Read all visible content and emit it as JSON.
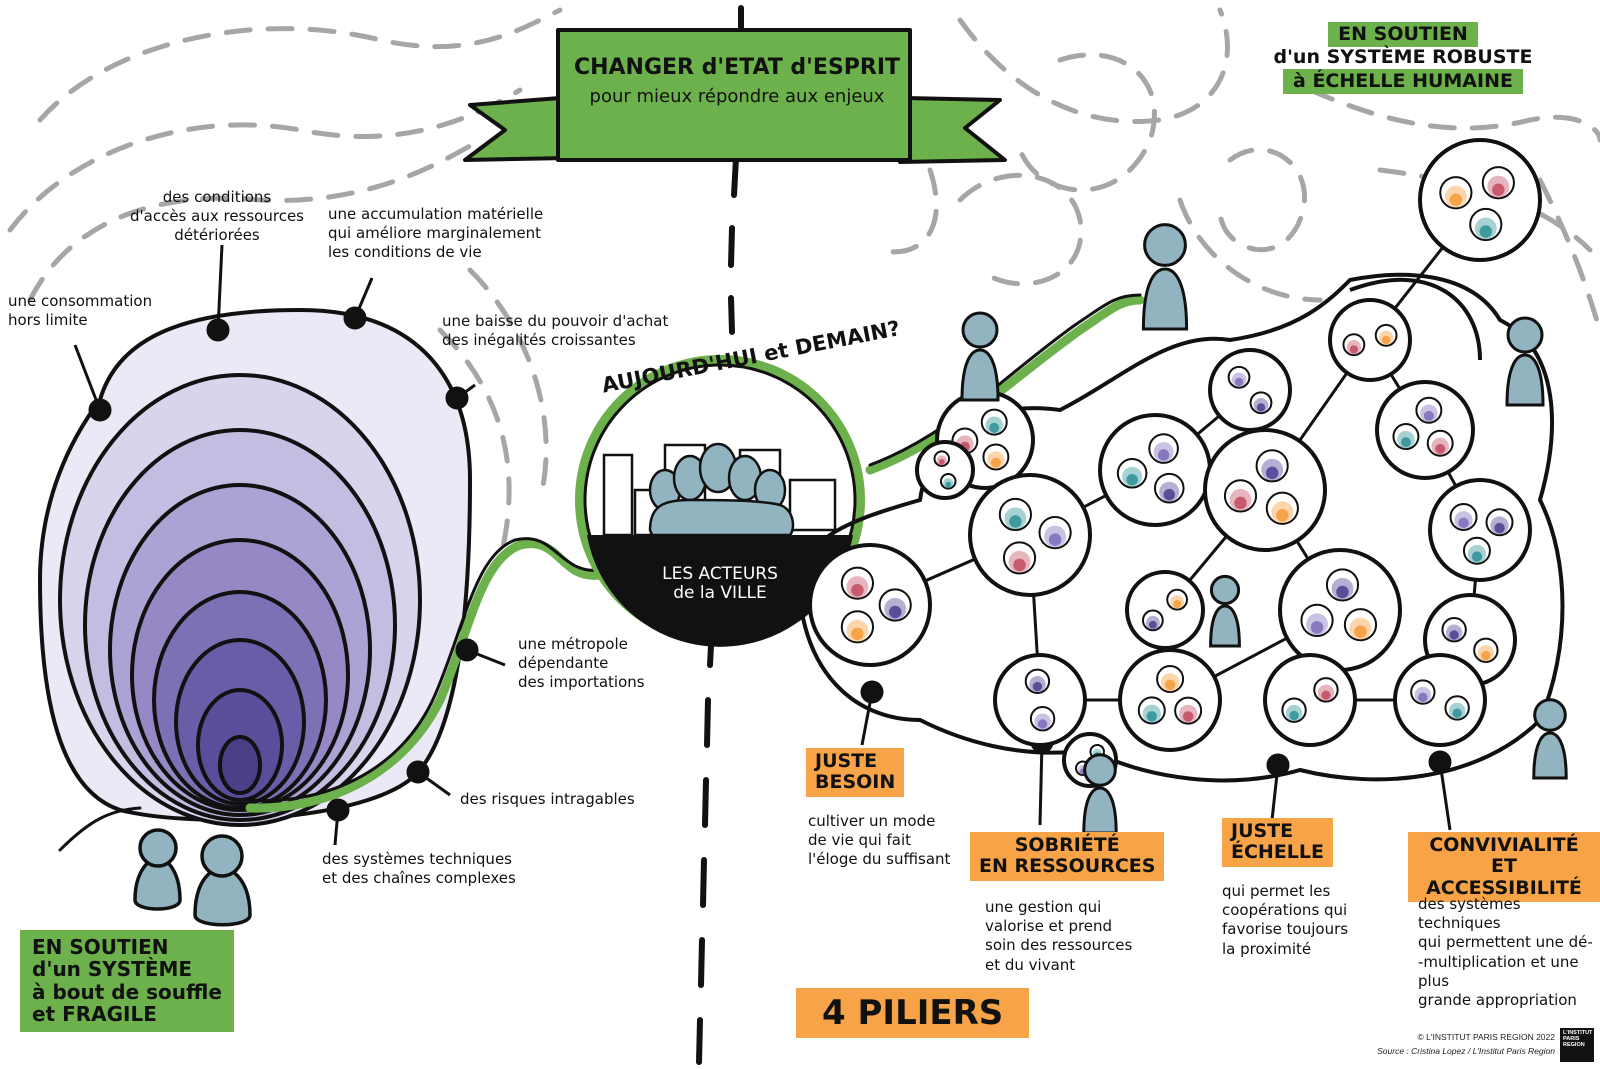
{
  "banner": {
    "line1": "CHANGER d'ETAT d'ESPRIT",
    "line2": "pour mieux répondre aux enjeux"
  },
  "center": {
    "question": "AUJOURD'HUI et DEMAIN?",
    "actors_line1": "LES ACTEURS",
    "actors_line2": "de la VILLE"
  },
  "left": {
    "heading": [
      "EN SOUTIEN",
      "d'un SYSTÈME",
      "à bout de souffle",
      "et FRAGILE"
    ],
    "issues": [
      "une consommation\nhors limite",
      "des conditions\nd'accès aux ressources\ndétériorées",
      "une accumulation matérielle\nqui améliore marginalement\nles conditions de vie",
      "une baisse du pouvoir d'achat\ndes inégalités croissantes",
      "une métropole\ndépendante\ndes importations",
      "des risques intragables",
      "des systèmes techniques\net des chaînes complexes"
    ]
  },
  "right": {
    "heading": [
      "EN SOUTIEN",
      "d'un SYSTÈME ROBUSTE",
      "à ÉCHELLE HUMAINE"
    ],
    "pillars_title": "4 PILIERS",
    "pillars": [
      {
        "title": [
          "JUSTE",
          "BESOIN"
        ],
        "text": "cultiver un mode\nde vie qui fait\nl'éloge du suffisant"
      },
      {
        "title": [
          "SOBRIÉTÉ",
          "en RESSOURCES"
        ],
        "text": "une gestion qui\nvalorise et prend\nsoin des ressources\net du vivant"
      },
      {
        "title": [
          "JUSTE",
          "ÉCHELLE"
        ],
        "text": "qui permet les\ncoopérations qui\nfavorise toujours\nla proximité"
      },
      {
        "title": [
          "CONVIVIALITÉ",
          "et ACCESSIBILITÉ"
        ],
        "text": "des systèmes techniques\nqui permettent une dé-\n-multiplication et une plus\ngrande appropriation"
      }
    ]
  },
  "credits": {
    "copyright": "© L'INSTITUT PARIS REGION 2022",
    "source": "Source : Cristina Lopez / L'Institut Paris Region",
    "logo": "L'INSTITUT PARIS REGION"
  },
  "colors": {
    "green": "#6cb14b",
    "orange": "#f6a447",
    "figure": "#92b4c0",
    "violet_light": "#e8e5f3",
    "violet_dark": "#5c4d9a",
    "dash": "#a6a6a6"
  }
}
